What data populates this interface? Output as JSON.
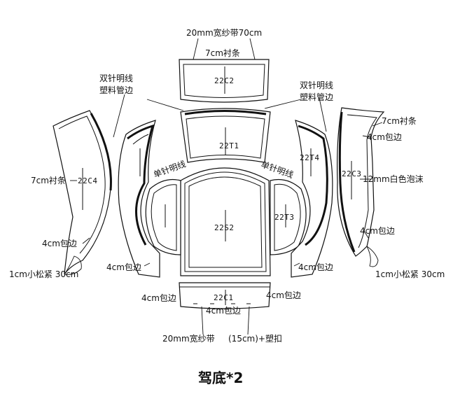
{
  "labels": {
    "top_band": "20mm宽纱带70cm",
    "top_liner": "7cm衬条",
    "double_stitch_left": [
      "双针明线",
      "塑料管边"
    ],
    "double_stitch_right": [
      "双针明线",
      "塑料管边"
    ],
    "single_stitch_left": "单针明线",
    "single_stitch_right": "单针明线",
    "left_liner": "7cm衬条",
    "right_liner": "7cm衬条",
    "right_edge_top": "4cm包边",
    "right_foam": "12mm白色泡沫",
    "left_edge": "4cm包边",
    "right_edge_mid": "4cm包边",
    "left_elastic": "1cm小松紧 30cm",
    "right_elastic": "1cm小松紧 30cm",
    "inner_left_edge": "4cm包边",
    "inner_right_edge": "4cm包边",
    "bottom_left_edge": "4cm包边",
    "bottom_right_edge": "4cm包边",
    "bottom_center_edge": "4cm包边",
    "bottom_band": "20mm宽纱带",
    "bottom_clip": "(15cm)+塑扣"
  },
  "pieces": {
    "c2": "22C2",
    "t1": "22T1",
    "s2": "22S2",
    "c1": "22C1",
    "c4": "22C4",
    "t4": "22T4",
    "t3": "22T3",
    "c3": "22C3"
  },
  "title": "驾底*2"
}
